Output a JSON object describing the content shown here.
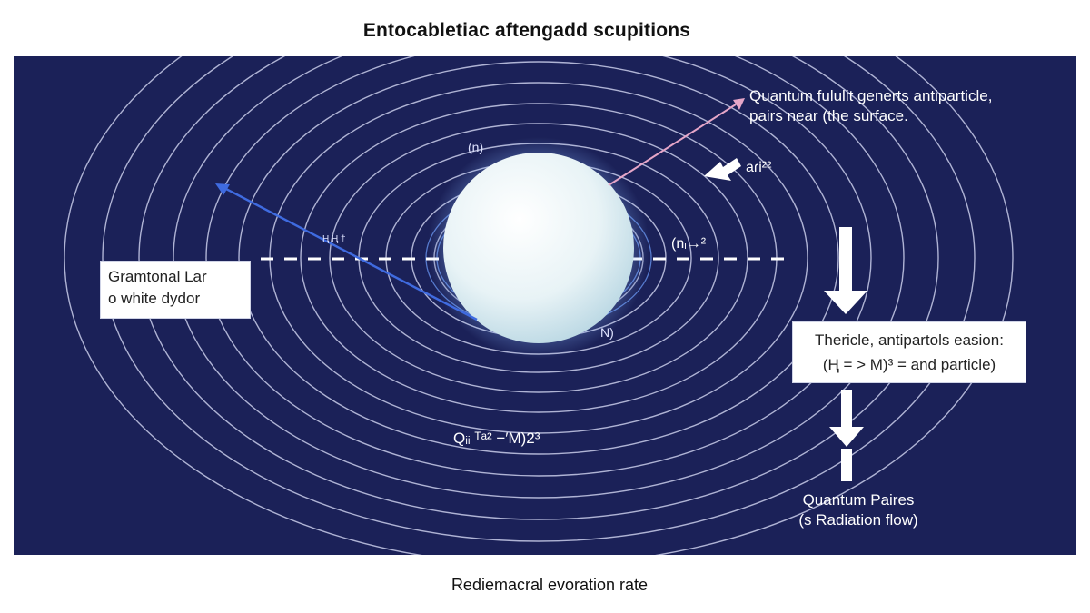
{
  "title": "Entocabletiac aftengadd scupitions",
  "caption": "Rediemacral evoration rate",
  "colors": {
    "background": "#1b2158",
    "orbits": "#c9cdea",
    "sphere": "#eef6f8",
    "arrow_blue": "#3f6be0",
    "arrow_pink": "#e6a6c8",
    "arrow_white": "#ffffff"
  },
  "annotations": {
    "top_right_line1": "Quantum fululit generts antiparticle,",
    "top_right_line2": "pairs near (the surface.",
    "a_label": "aɾi²²",
    "n_label": "(nᵢ→²",
    "n_top": "(n)",
    "n_bottom": "N)",
    "small_mark": "Ⱨ Ⱨ †",
    "formula": "Qᵢᵢ ᵀᵃ² −′M)2³",
    "quantum_pairs_line1": "Quantum Paires",
    "quantum_pairs_line2": "(s Radiation flow)"
  },
  "left_box": {
    "line1": "Gramtonal Lar",
    "line2": "o white dydor"
  },
  "right_box": {
    "line1": "Thericle, antipartols easion:",
    "line2": "(Ⱨ = > M)³ = and particle)"
  }
}
